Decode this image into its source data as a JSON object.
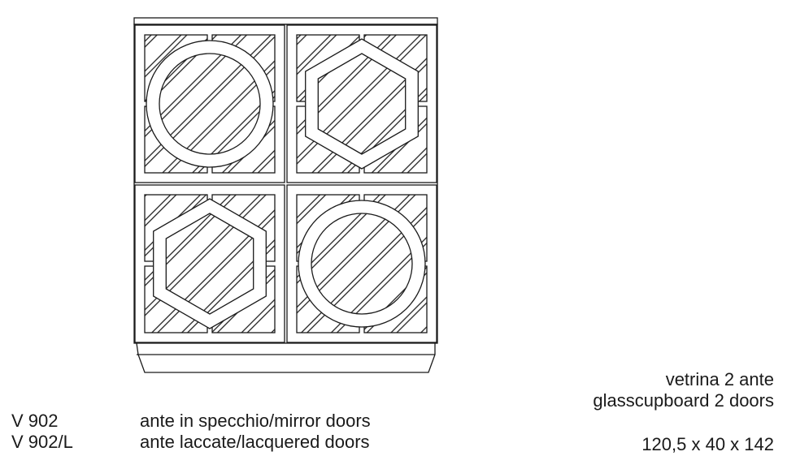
{
  "product": {
    "title_it": "vetrina 2 ante",
    "title_en": "glasscupboard 2 doors",
    "dimensions": "120,5 x 40 x 142"
  },
  "variants": [
    {
      "code": "V 902",
      "description": "ante in specchio/mirror doors"
    },
    {
      "code": "V 902/L",
      "description": "ante laccate/lacquered doors"
    }
  ],
  "drawing": {
    "panels": [
      {
        "shape": "circle"
      },
      {
        "shape": "hexagon"
      },
      {
        "shape": "hexagon"
      },
      {
        "shape": "circle"
      }
    ]
  },
  "colors": {
    "line": "#1a1a1a",
    "background": "#ffffff"
  }
}
